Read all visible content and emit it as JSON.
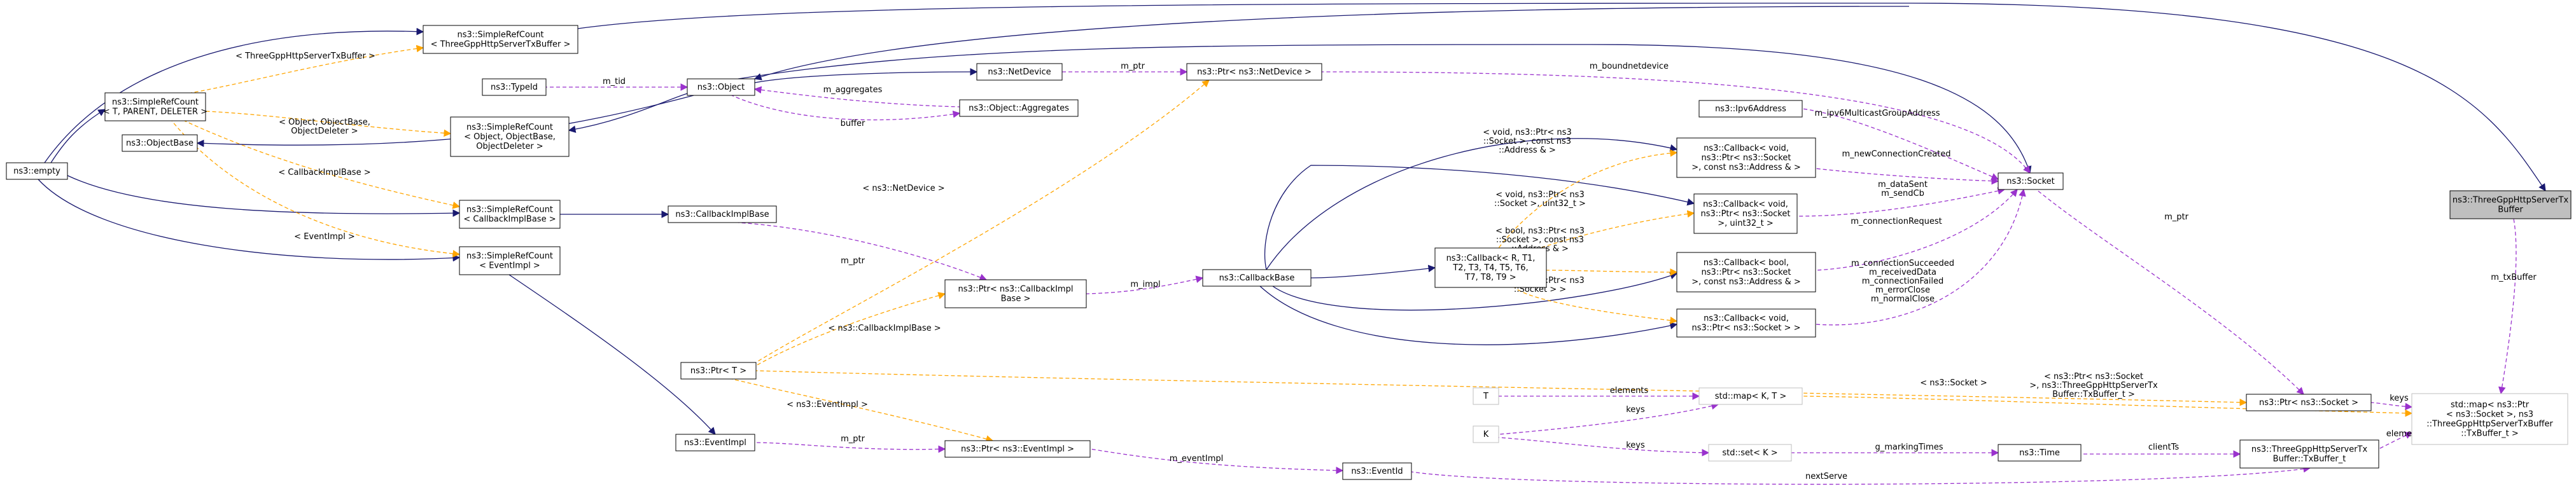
{
  "colors": {
    "inheritance": "#191970",
    "usage": "#9a32cd",
    "template": "#ffa500",
    "highlight_fill": "#bfbfbf",
    "template_border": "#bfbfbf"
  },
  "nodes": [
    {
      "id": "empty",
      "lines": [
        "ns3::empty"
      ]
    },
    {
      "id": "simplerefcount_tbp",
      "lines": [
        "ns3::SimpleRefCount",
        "< T, PARENT, DELETER >"
      ]
    },
    {
      "id": "objectbase",
      "lines": [
        "ns3::ObjectBase"
      ]
    },
    {
      "id": "typeid",
      "lines": [
        "ns3::TypeId"
      ]
    },
    {
      "id": "src_threegpp",
      "lines": [
        "ns3::SimpleRefCount",
        "< ThreeGppHttpServerTxBuffer >"
      ]
    },
    {
      "id": "src_object",
      "lines": [
        "ns3::SimpleRefCount",
        "< Object, ObjectBase,",
        "ObjectDeleter >"
      ]
    },
    {
      "id": "src_callbackimplbase",
      "lines": [
        "ns3::SimpleRefCount",
        "< CallbackImplBase >"
      ]
    },
    {
      "id": "src_eventimpl",
      "lines": [
        "ns3::SimpleRefCount",
        "< EventImpl >"
      ]
    },
    {
      "id": "object",
      "lines": [
        "ns3::Object"
      ]
    },
    {
      "id": "netdevice",
      "lines": [
        "ns3::NetDevice"
      ]
    },
    {
      "id": "aggregates",
      "lines": [
        "ns3::Object::Aggregates"
      ]
    },
    {
      "id": "callbackimplbase",
      "lines": [
        "ns3::CallbackImplBase"
      ]
    },
    {
      "id": "ptr_t",
      "lines": [
        "ns3::Ptr< T >"
      ]
    },
    {
      "id": "eventimpl",
      "lines": [
        "ns3::EventImpl"
      ]
    },
    {
      "id": "ptr_netdevice",
      "lines": [
        "ns3::Ptr< ns3::NetDevice >"
      ]
    },
    {
      "id": "ptr_callbackimplbase",
      "lines": [
        "ns3::Ptr< ns3::CallbackImpl",
        "Base >"
      ]
    },
    {
      "id": "ptr_eventimpl",
      "lines": [
        "ns3::Ptr< ns3::EventImpl >"
      ]
    },
    {
      "id": "callbackbase",
      "lines": [
        "ns3::CallbackBase"
      ]
    },
    {
      "id": "eventid",
      "lines": [
        "ns3::EventId"
      ]
    },
    {
      "id": "callback_rt",
      "lines": [
        "ns3::Callback< R, T1,",
        "T2, T3, T4, T5, T6,",
        "T7, T8, T9 >"
      ]
    },
    {
      "id": "ipv6address",
      "lines": [
        "ns3::Ipv6Address"
      ]
    },
    {
      "id": "cb_void_socket_addr",
      "lines": [
        "ns3::Callback< void,",
        "ns3::Ptr< ns3::Socket",
        ">, const ns3::Address & >"
      ]
    },
    {
      "id": "cb_void_socket_uint",
      "lines": [
        "ns3::Callback< void,",
        "ns3::Ptr< ns3::Socket",
        ">, uint32_t >"
      ]
    },
    {
      "id": "cb_bool_socket_addr",
      "lines": [
        "ns3::Callback< bool,",
        "ns3::Ptr< ns3::Socket",
        ">, const ns3::Address & >"
      ]
    },
    {
      "id": "cb_void_socket",
      "lines": [
        "ns3::Callback< void,",
        "ns3::Ptr< ns3::Socket > >"
      ]
    },
    {
      "id": "t",
      "lines": [
        "T"
      ]
    },
    {
      "id": "k",
      "lines": [
        "K"
      ]
    },
    {
      "id": "stdmap_kt",
      "lines": [
        "std::map< K, T >"
      ]
    },
    {
      "id": "stdset_k",
      "lines": [
        "std::set< K >"
      ]
    },
    {
      "id": "socket",
      "lines": [
        "ns3::Socket"
      ]
    },
    {
      "id": "time",
      "lines": [
        "ns3::Time"
      ]
    },
    {
      "id": "ptr_socket",
      "lines": [
        "ns3::Ptr< ns3::Socket >"
      ]
    },
    {
      "id": "txbuffer_t",
      "lines": [
        "ns3::ThreeGppHttpServerTx",
        "Buffer::TxBuffer_t"
      ]
    },
    {
      "id": "stdmap_socket",
      "lines": [
        "std::map< ns3::Ptr",
        "< ns3::Socket >, ns3",
        "::ThreeGppHttpServerTxBuffer",
        "::TxBuffer_t >"
      ]
    },
    {
      "id": "threegpp_txbuffer",
      "lines": [
        "ns3::ThreeGppHttpServerTx",
        "Buffer"
      ]
    }
  ],
  "edge_labels": {
    "src_threegpp_to_tbp": [
      "< ThreeGppHttpServerTxBuffer >"
    ],
    "src_object_to_tbp": [
      "< Object, ObjectBase,",
      "ObjectDeleter >"
    ],
    "src_cib_to_tbp": [
      "< CallbackImplBase >"
    ],
    "src_ei_to_tbp": [
      "< EventImpl >"
    ],
    "tid": [
      "m_tid"
    ],
    "aggregates": [
      "m_aggregates"
    ],
    "buffer": [
      "buffer"
    ],
    "nd_ptr": [
      "m_ptr"
    ],
    "ptr_netdevice_tpl": [
      "< ns3::NetDevice >"
    ],
    "cib_ptr": [
      "m_ptr"
    ],
    "ptr_cib_tpl": [
      "< ns3::CallbackImplBase >"
    ],
    "m_impl": [
      "m_impl"
    ],
    "ei_ptr": [
      "m_ptr"
    ],
    "ptr_ei_tpl": [
      "< ns3::EventImpl >"
    ],
    "m_eventimpl": [
      "m_eventImpl"
    ],
    "cb1_tpl": [
      "< void, ns3::Ptr< ns3",
      "::Socket >, const ns3",
      "::Address & >"
    ],
    "cb2_tpl": [
      "< void, ns3::Ptr< ns3",
      "::Socket >, uint32_t >"
    ],
    "cb3_tpl": [
      "< bool, ns3::Ptr< ns3",
      "::Socket >, const ns3",
      "::Address & >"
    ],
    "cb4_tpl": [
      "< void, ns3::Ptr< ns3",
      "::Socket > >"
    ],
    "m_boundnetdevice": [
      "m_boundnetdevice"
    ],
    "m_ipv6": [
      "m_ipv6MulticastGroupAddress"
    ],
    "m_newconn": [
      "m_newConnectionCreated"
    ],
    "m_datasent": [
      "m_dataSent",
      "m_sendCb"
    ],
    "m_connreq": [
      "m_connectionRequest"
    ],
    "m_connsucc": [
      "m_connectionSucceeded",
      "m_receivedData",
      "m_connectionFailed",
      "m_errorClose",
      "m_normalClose"
    ],
    "socket_ptr": [
      "m_ptr"
    ],
    "ptr_socket_tpl": [
      "< ns3::Socket >"
    ],
    "keys_socket": [
      "keys"
    ],
    "elements_t": [
      "elements"
    ],
    "keys_k1": [
      "keys"
    ],
    "keys_k2": [
      "keys"
    ],
    "stdmap_tpl": [
      "< ns3::Ptr< ns3::Socket",
      ">, ns3::ThreeGppHttpServerTx",
      "Buffer::TxBuffer_t >"
    ],
    "marking": [
      "g_markingTimes"
    ],
    "clientts": [
      "clientTs"
    ],
    "elements_tx": [
      "elements"
    ],
    "nextserve": [
      "nextServe"
    ],
    "m_txbuffer": [
      "m_txBuffer"
    ]
  }
}
